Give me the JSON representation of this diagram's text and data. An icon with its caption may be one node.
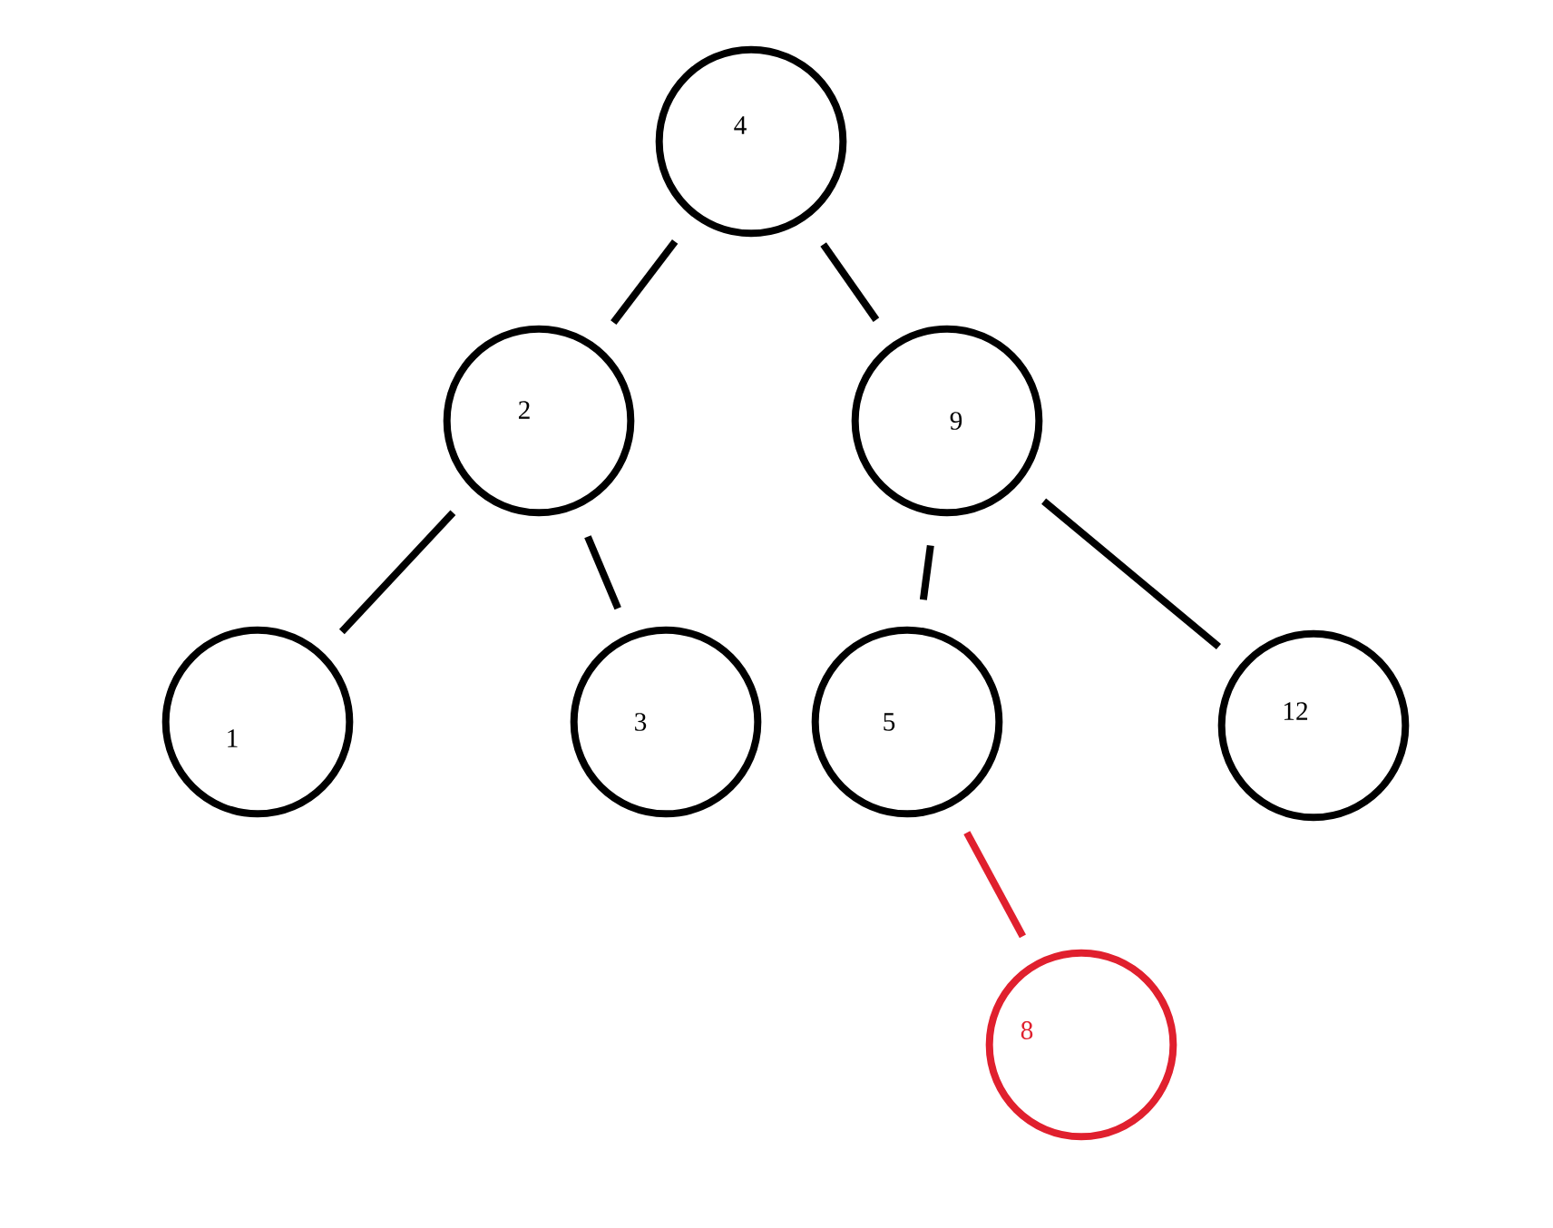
{
  "diagram": {
    "nodes": [
      {
        "text": [
          "4"
        ]
      },
      {
        "text": [
          "2"
        ]
      },
      {
        "text": [
          "9"
        ]
      },
      {
        "text": [
          "1"
        ]
      },
      {
        "text": [
          "3"
        ]
      },
      {
        "text": [
          "5"
        ]
      },
      {
        "text": [
          "12"
        ]
      },
      {
        "text": [
          "8"
        ]
      }
    ],
    "edges": [
      {
        "from": 0,
        "to": 1,
        "arrow": "none"
      },
      {
        "from": 0,
        "to": 2,
        "arrow": "none"
      },
      {
        "from": 1,
        "to": 3,
        "arrow": "none"
      },
      {
        "from": 1,
        "to": 4,
        "arrow": "none"
      },
      {
        "from": 2,
        "to": 5,
        "arrow": "none"
      },
      {
        "from": 2,
        "to": 6,
        "arrow": "none"
      },
      {
        "from": 5,
        "to": 7,
        "arrow": "none",
        "color": "#e0202e"
      }
    ]
  }
}
